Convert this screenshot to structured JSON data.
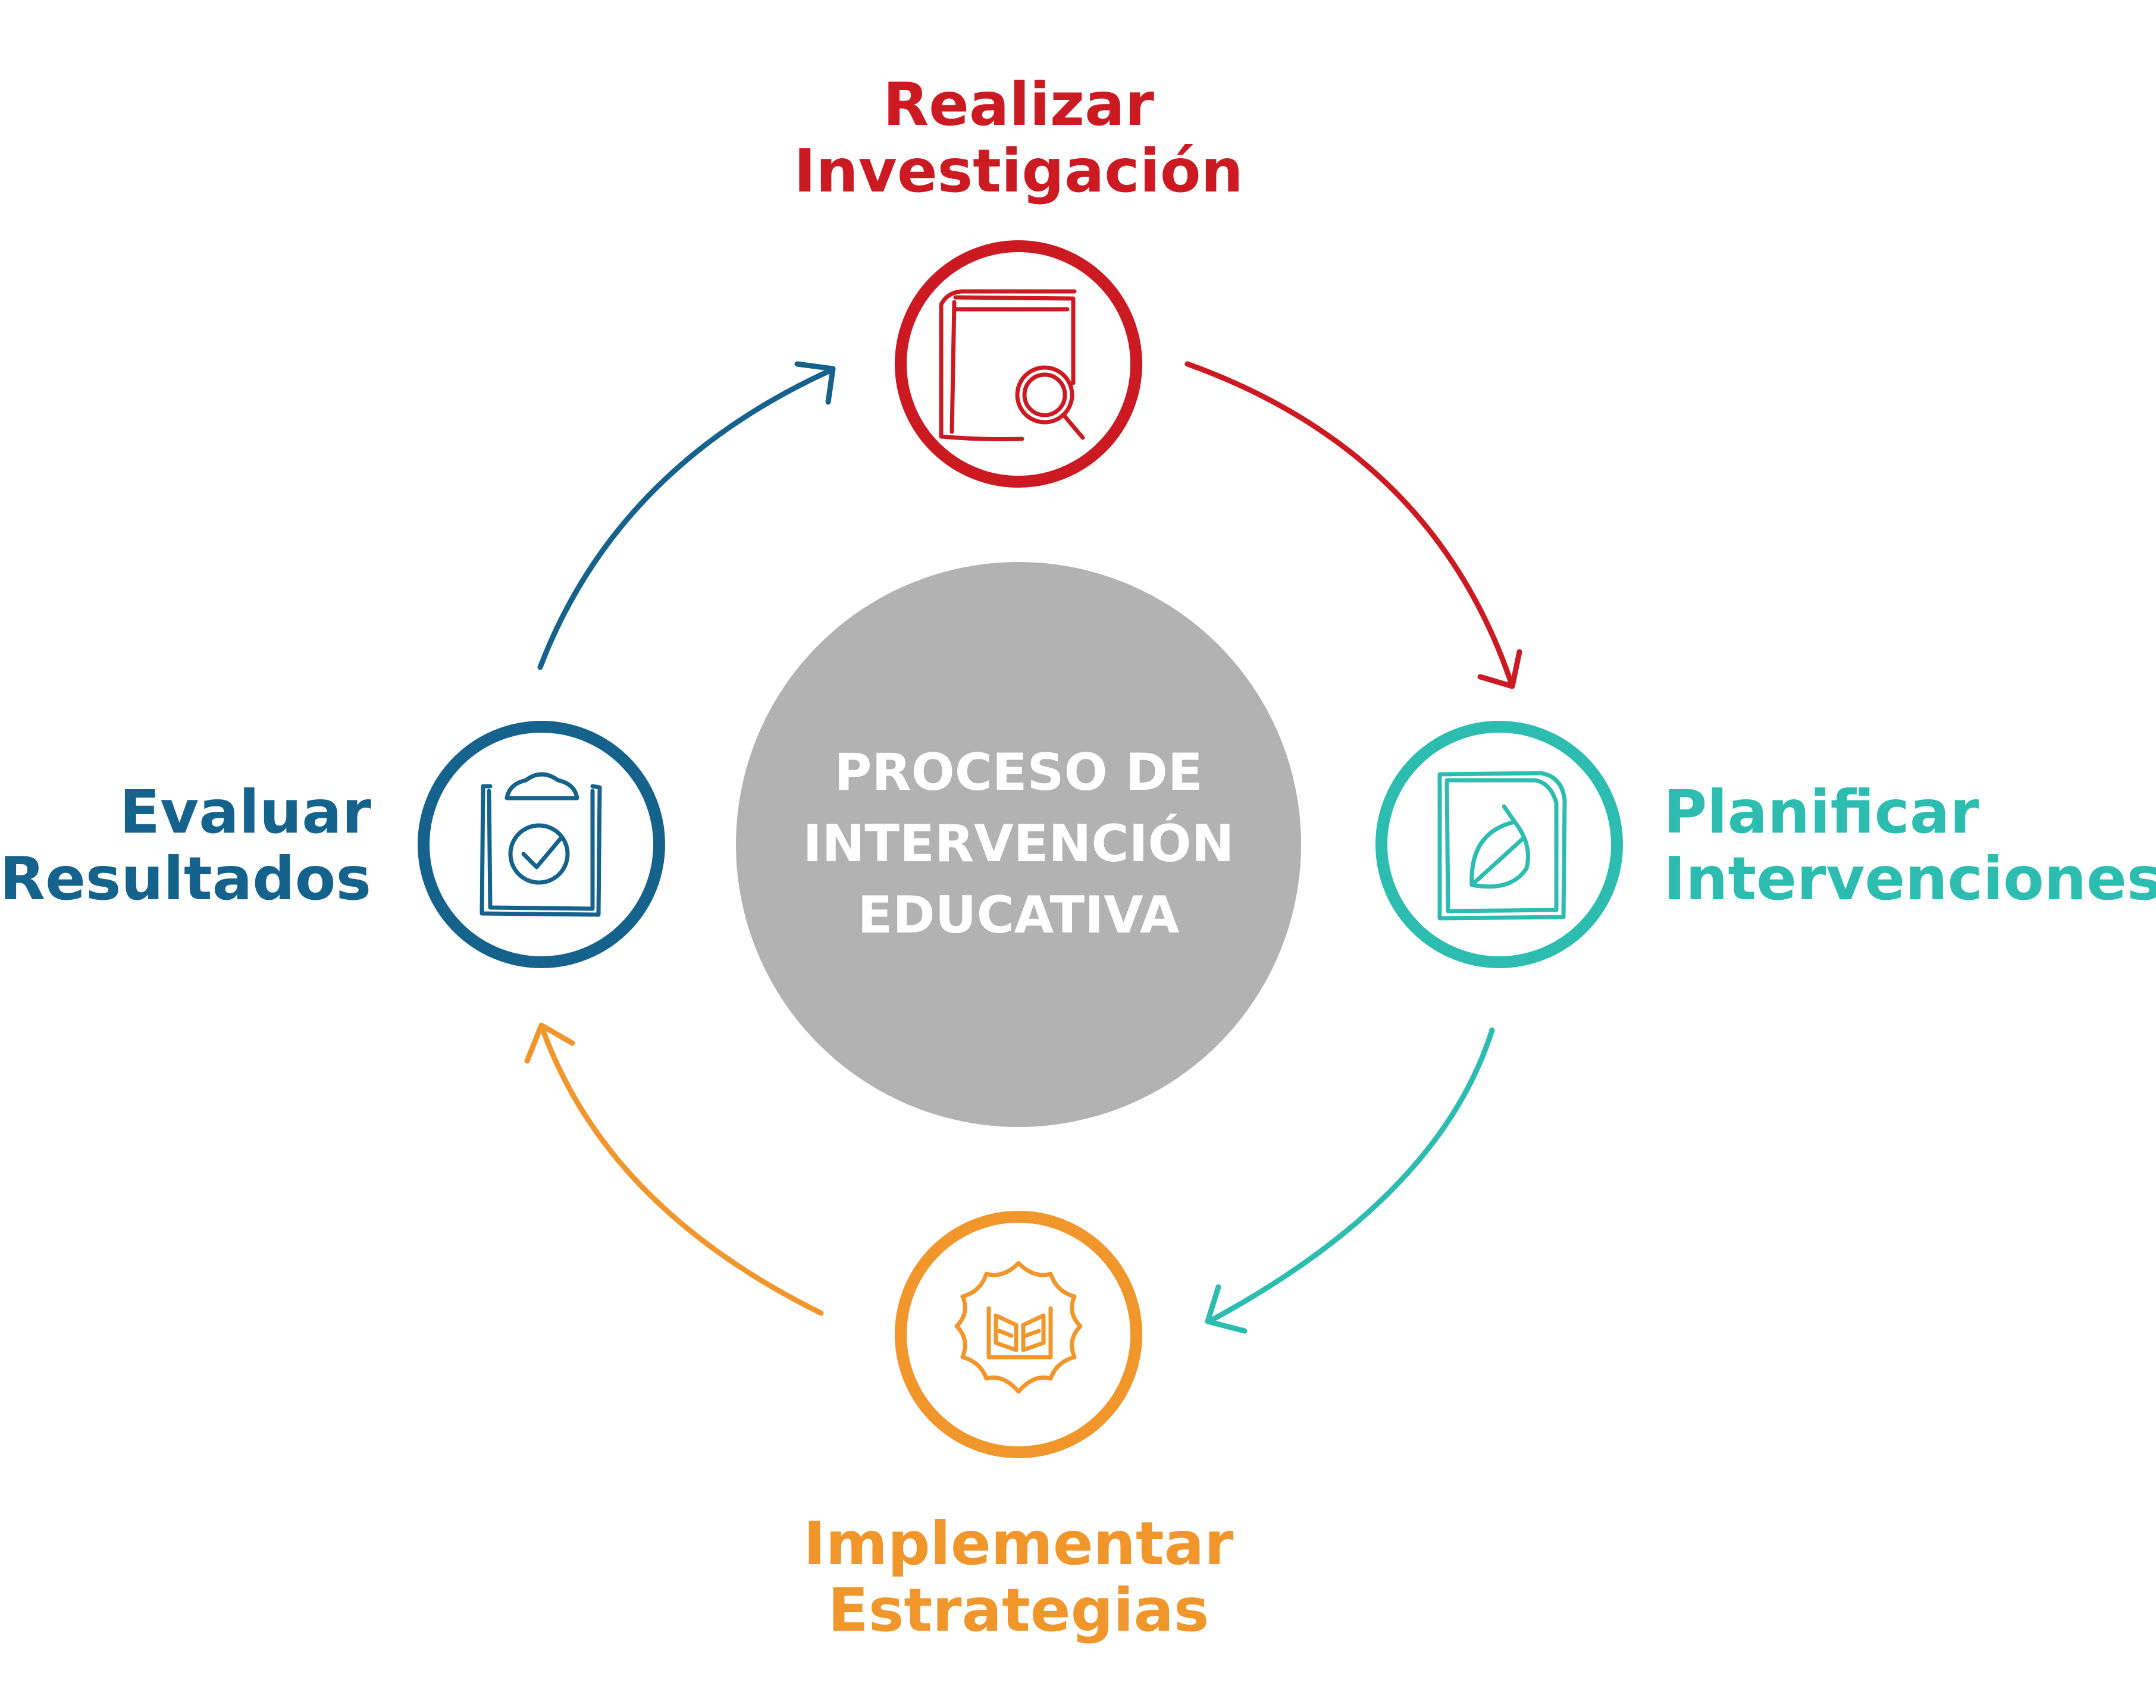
{
  "center": {
    "line1": "PROCESO DE",
    "line2": "INTERVENCIÓN",
    "line3": "EDUCATIVA",
    "color": "#b2b2b2"
  },
  "stages": {
    "research": {
      "line1": "Realizar",
      "line2": "Investigación",
      "color": "#cc1a22",
      "icon": "book-search-icon"
    },
    "plan": {
      "line1": "Planificar",
      "line2": "Intervenciones",
      "color": "#2dbdb0",
      "icon": "document-leaf-icon"
    },
    "implement": {
      "line1": "Implementar",
      "line2": "Estrategias",
      "color": "#f0962b",
      "icon": "gear-book-icon"
    },
    "evaluate": {
      "line1": "Evaluar",
      "line2": "Resultados",
      "color": "#15628c",
      "icon": "clipboard-check-icon"
    }
  }
}
